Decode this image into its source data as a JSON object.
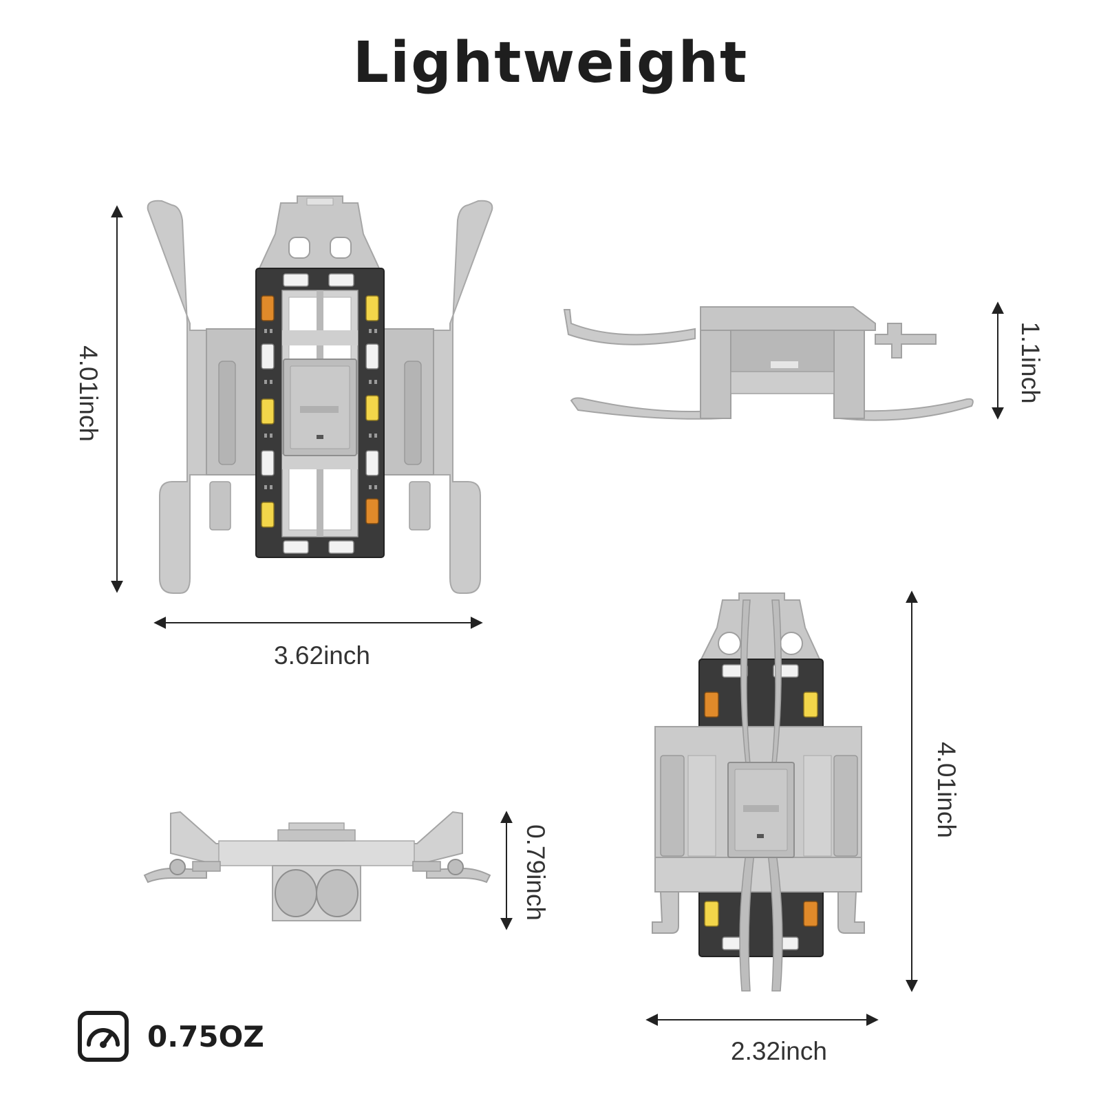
{
  "title": "Lightweight",
  "dimensions": {
    "top_view_height": "4.01inch",
    "top_view_width": "3.62inch",
    "side_view_height": "1.1inch",
    "front_view_height": "0.79inch",
    "folded_view_height": "4.01inch",
    "folded_view_width": "2.32inch"
  },
  "weight": {
    "icon": "weight-scale-icon",
    "value": "0.75OZ"
  },
  "colors": {
    "plastic": "#c8c8c8",
    "plastic_dark": "#a9a9a9",
    "board": "#3a3a3a",
    "led_white": "#f2f2f2",
    "led_yellow": "#f3d64a",
    "led_orange": "#e08a2a",
    "ink": "#1e1e1e"
  }
}
